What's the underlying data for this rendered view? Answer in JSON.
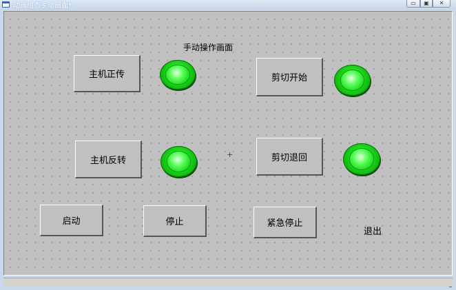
{
  "window": {
    "title": "动画组态手动画面*",
    "minimize_label": "▭",
    "maximize_label": "▣",
    "close_label": "✕"
  },
  "screen": {
    "heading": "手动操作画面",
    "buttons": {
      "host_forward": "主机正传",
      "host_reverse": "主机反转",
      "cut_start": "剪切开始",
      "cut_return": "剪切退回",
      "start": "启动",
      "stop": "停止",
      "emergency_stop": "紧急停止"
    },
    "exit_label": "退出",
    "indicator_color": "#22dd22",
    "indicator_states": {
      "host_forward": "on",
      "host_reverse": "on",
      "cut_start": "on",
      "cut_return": "on"
    }
  }
}
